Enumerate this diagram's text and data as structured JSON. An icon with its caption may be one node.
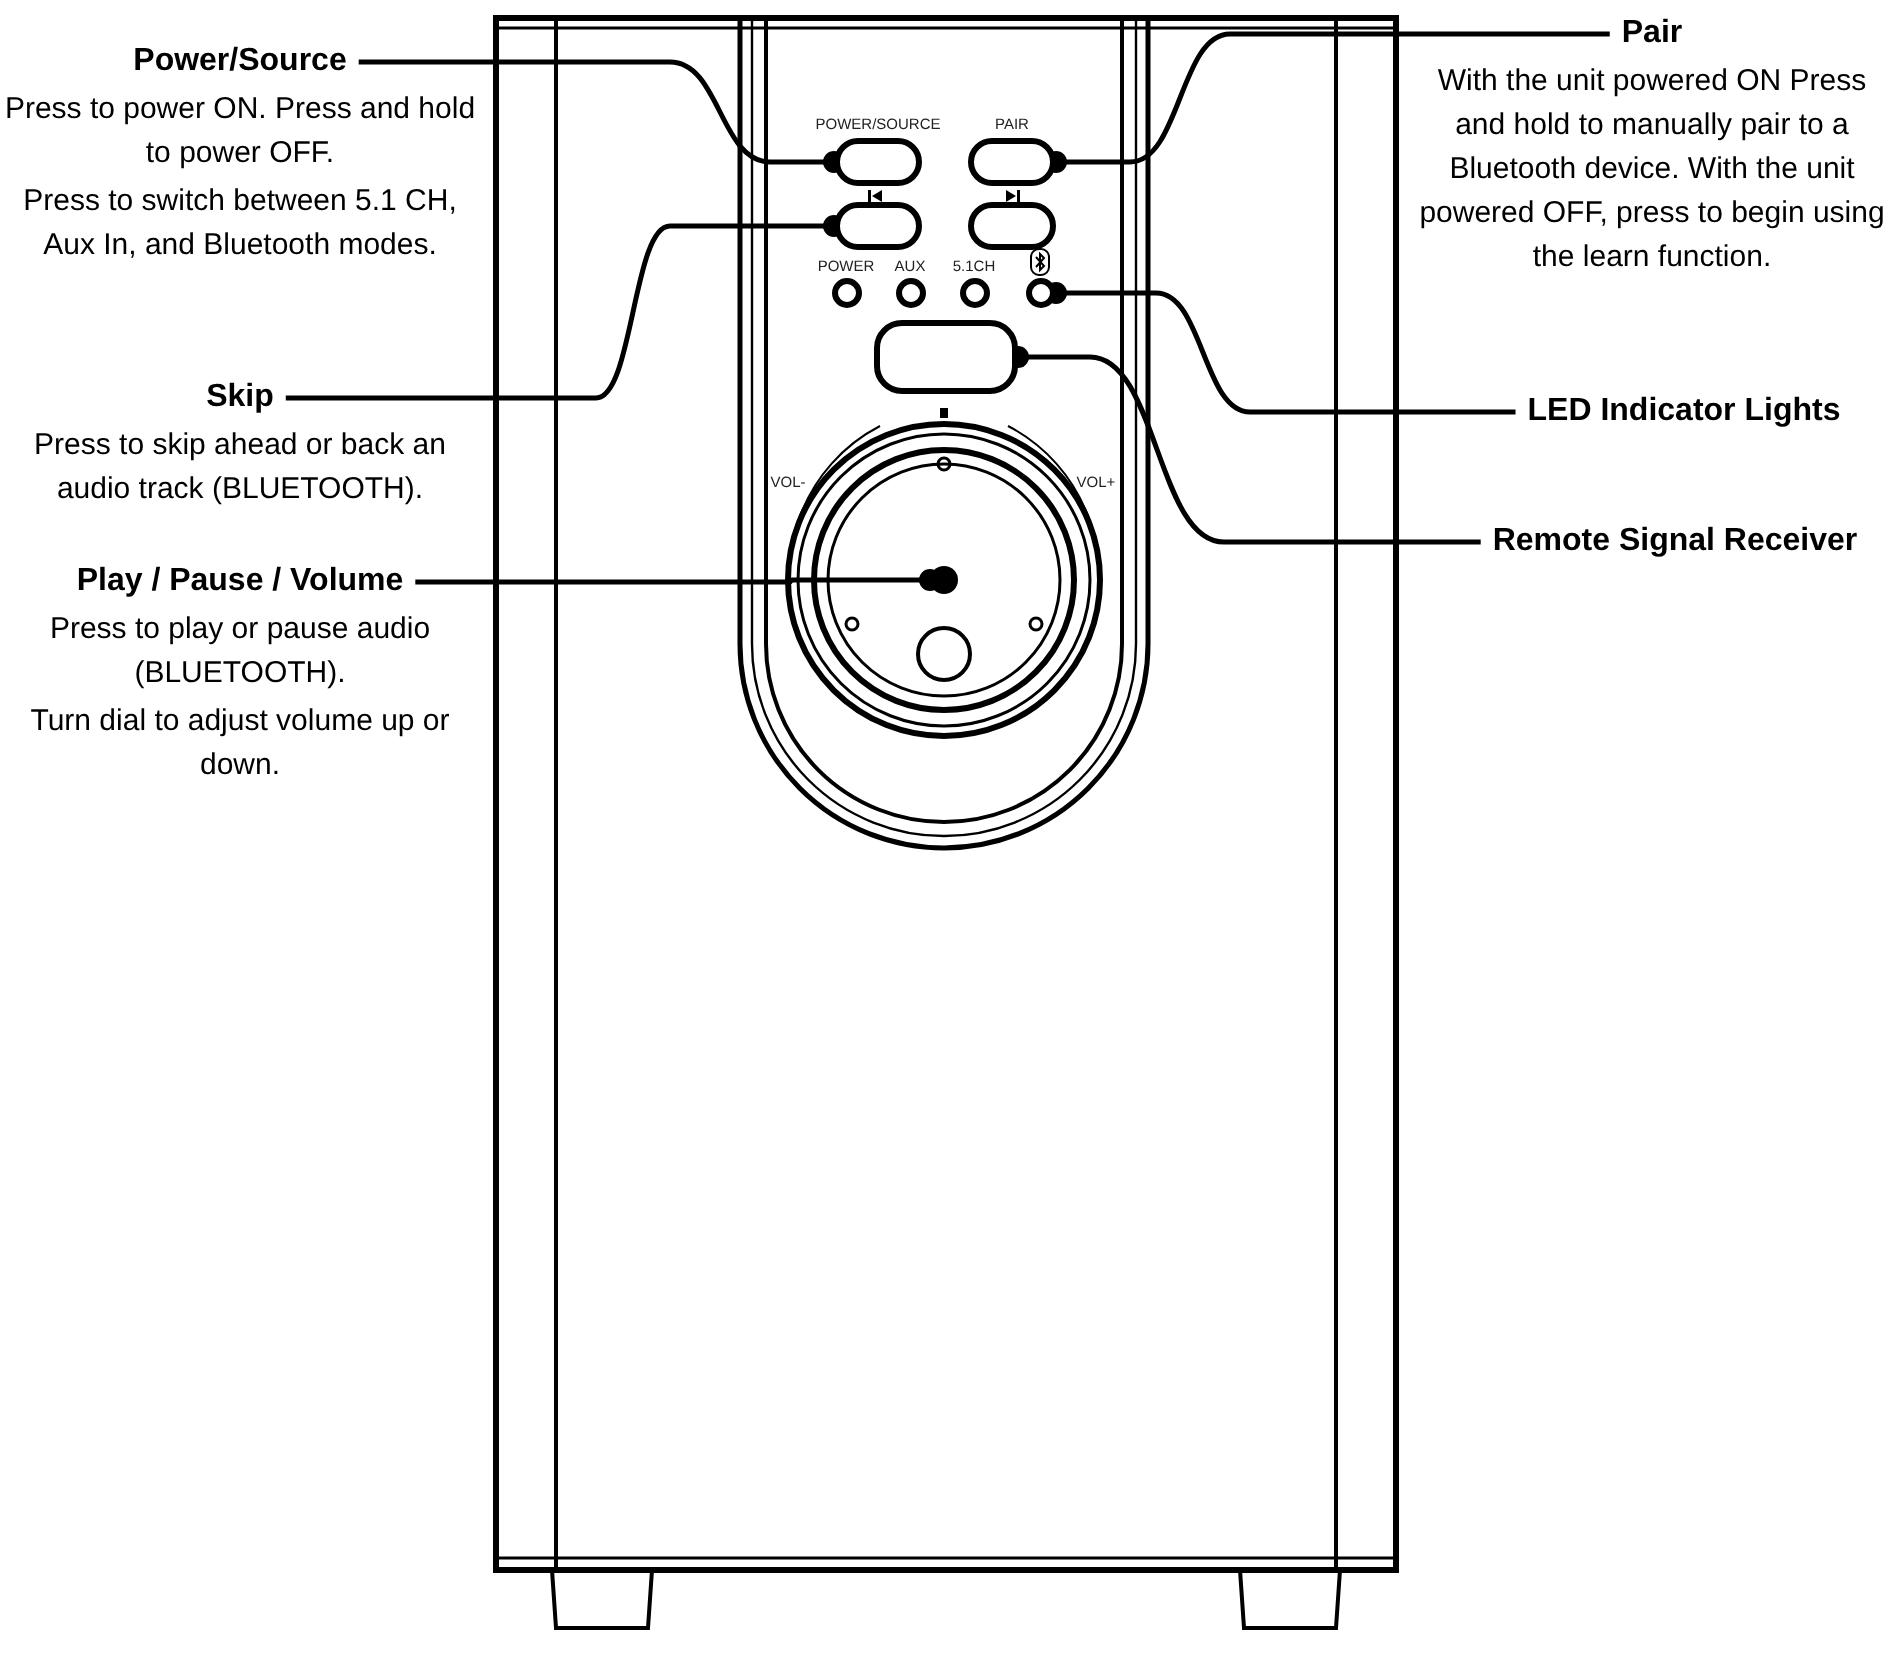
{
  "diagram": {
    "nodes": [
      {
        "text": [
          "Power/Source",
          "Press to power ON. Press and hold to power OFF.",
          "Press to switch between 5.1 CH, Aux In, and Bluetooth modes."
        ]
      },
      {
        "text": [
          "Pair",
          "With the unit powered ON Press and hold to manually pair to a Bluetooth device. With the unit powered OFF, press to begin using the learn function."
        ]
      },
      {
        "text": [
          "Skip",
          "Press to skip ahead or back an audio track (BLUETOOTH)."
        ]
      },
      {
        "text": [
          "LED Indicator Lights"
        ]
      },
      {
        "text": [
          "Remote Signal Receiver"
        ]
      },
      {
        "text": [
          "Play / Pause / Volume",
          "Press to play or pause audio (BLUETOOTH).",
          "Turn dial to adjust volume up or down."
        ]
      },
      {
        "text": [],
        "shape": "box"
      },
      {
        "text": [],
        "shape": "box"
      },
      {
        "text": [],
        "shape": "box"
      },
      {
        "text": [],
        "shape": "box"
      },
      {
        "text": [],
        "shape": "circle"
      },
      {
        "text": [],
        "shape": "circle"
      },
      {
        "text": [],
        "shape": "circle"
      },
      {
        "text": [],
        "shape": "circle"
      },
      {
        "text": [],
        "shape": "box"
      },
      {
        "text": [],
        "shape": "dot"
      }
    ],
    "edges": [
      {
        "from": 0,
        "to": 6,
        "arrow": "other"
      },
      {
        "from": 1,
        "to": 7,
        "arrow": "other"
      },
      {
        "from": 2,
        "to": 8,
        "arrow": "other"
      },
      {
        "from": 3,
        "to": 13,
        "arrow": "other"
      },
      {
        "from": 4,
        "to": 14,
        "arrow": "other"
      },
      {
        "from": 5,
        "to": 15,
        "arrow": "other"
      }
    ],
    "labels": [
      "POWER/SOURCE",
      "PAIR",
      "POWER",
      "AUX",
      "5.1CH",
      "VOL-",
      "VOL+"
    ]
  }
}
